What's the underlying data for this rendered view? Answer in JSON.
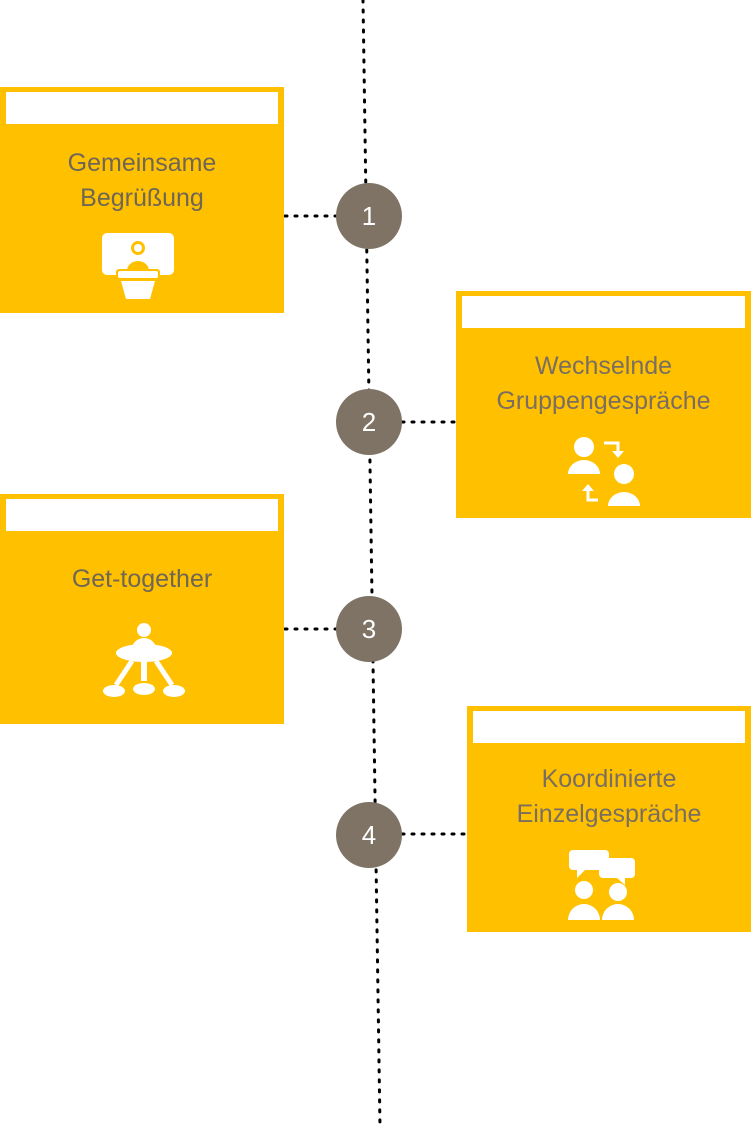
{
  "colors": {
    "card": "#FFC000",
    "circle": "#7f7366",
    "title": "#7a6e60",
    "dots": "#000000"
  },
  "steps": [
    {
      "number": "1",
      "title": "Gemeinsame\nBegrüßung",
      "icon": "presentation-podium-icon"
    },
    {
      "number": "2",
      "title": "Wechselnde\nGruppengespräche",
      "icon": "group-rotation-icon"
    },
    {
      "number": "3",
      "title": "Get-together",
      "icon": "round-table-icon"
    },
    {
      "number": "4",
      "title": "Koordinierte\nEinzelgespräche",
      "icon": "conversation-icon"
    }
  ]
}
